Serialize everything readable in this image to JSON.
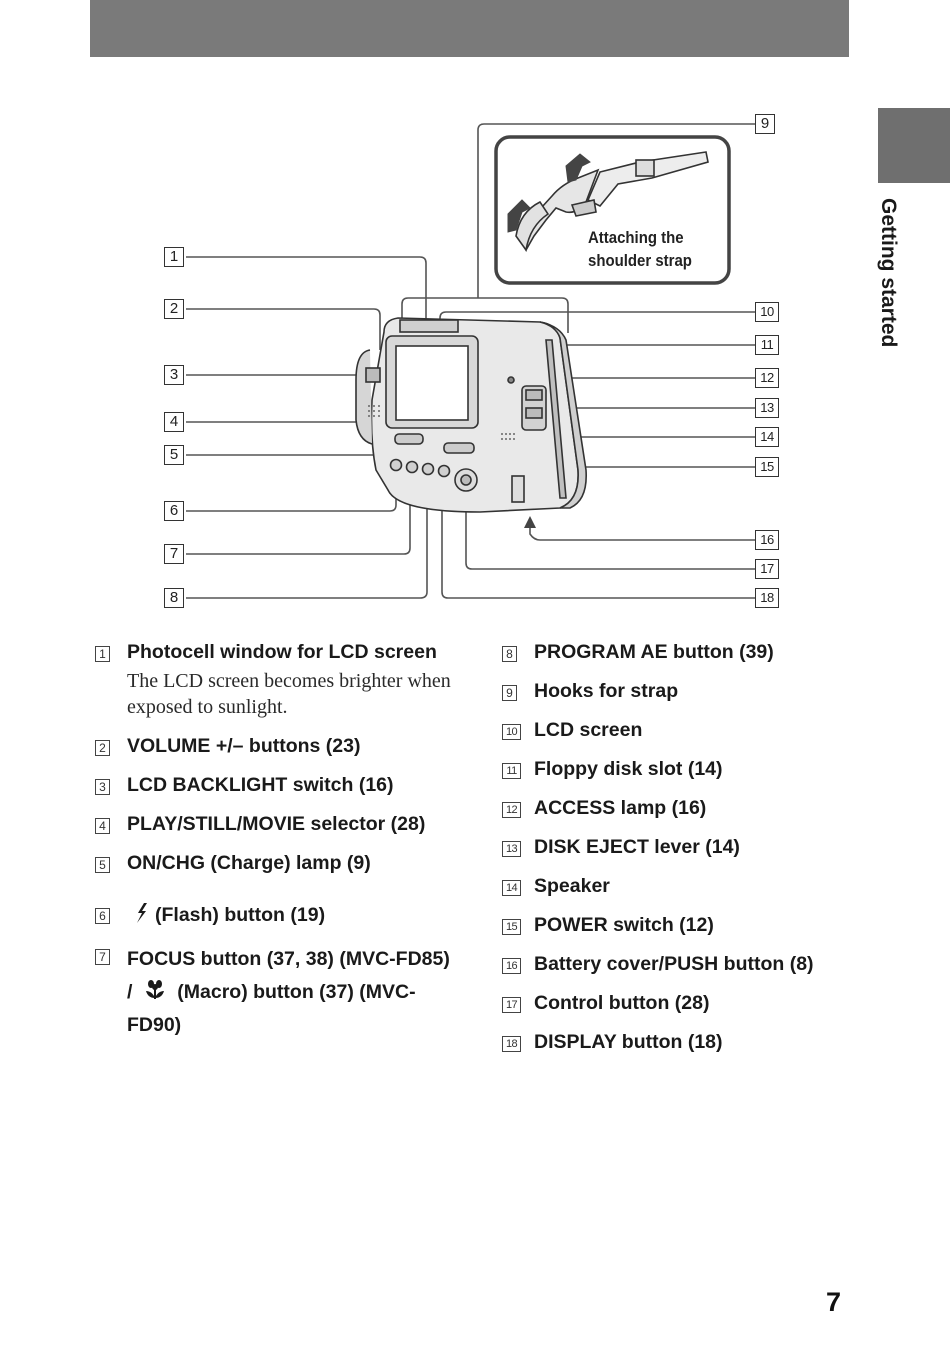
{
  "section": {
    "label": "Getting started"
  },
  "diagram": {
    "strap_caption_line1": "Attaching the",
    "strap_caption_line2": "shoulder strap",
    "callouts": [
      "1",
      "2",
      "3",
      "4",
      "5",
      "6",
      "7",
      "8",
      "9",
      "10",
      "11",
      "12",
      "13",
      "14",
      "15",
      "16",
      "17",
      "18"
    ]
  },
  "legend_left": [
    {
      "num": "1",
      "label": "Photocell window for LCD screen",
      "desc": "The LCD screen becomes brighter when exposed to sunlight."
    },
    {
      "num": "2",
      "label": "VOLUME +/– buttons (23)"
    },
    {
      "num": "3",
      "label": "LCD BACKLIGHT switch (16)"
    },
    {
      "num": "4",
      "label": "PLAY/STILL/MOVIE selector (28)"
    },
    {
      "num": "5",
      "label": "ON/CHG (Charge) lamp (9)"
    },
    {
      "num": "6",
      "label": "(Flash) button (19)"
    },
    {
      "num": "7",
      "label": "FOCUS button (37, 38) (MVC-FD85) /",
      "label2": "(Macro) button (37) (MVC-FD90)"
    }
  ],
  "legend_right": [
    {
      "num": "8",
      "label": "PROGRAM AE button (39)"
    },
    {
      "num": "9",
      "label": "Hooks for strap"
    },
    {
      "num": "10",
      "label": "LCD screen"
    },
    {
      "num": "11",
      "label": "Floppy disk slot (14)"
    },
    {
      "num": "12",
      "label": "ACCESS lamp (16)"
    },
    {
      "num": "13",
      "label": "DISK EJECT lever (14)"
    },
    {
      "num": "14",
      "label": "Speaker"
    },
    {
      "num": "15",
      "label": "POWER switch (12)"
    },
    {
      "num": "16",
      "label": "Battery cover/PUSH button (8)"
    },
    {
      "num": "17",
      "label": "Control button (28)"
    },
    {
      "num": "18",
      "label": "DISPLAY button (18)"
    }
  ],
  "icons": {
    "flash": "flash-icon",
    "macro": "macro-flower-icon"
  },
  "page": {
    "number": "7"
  }
}
